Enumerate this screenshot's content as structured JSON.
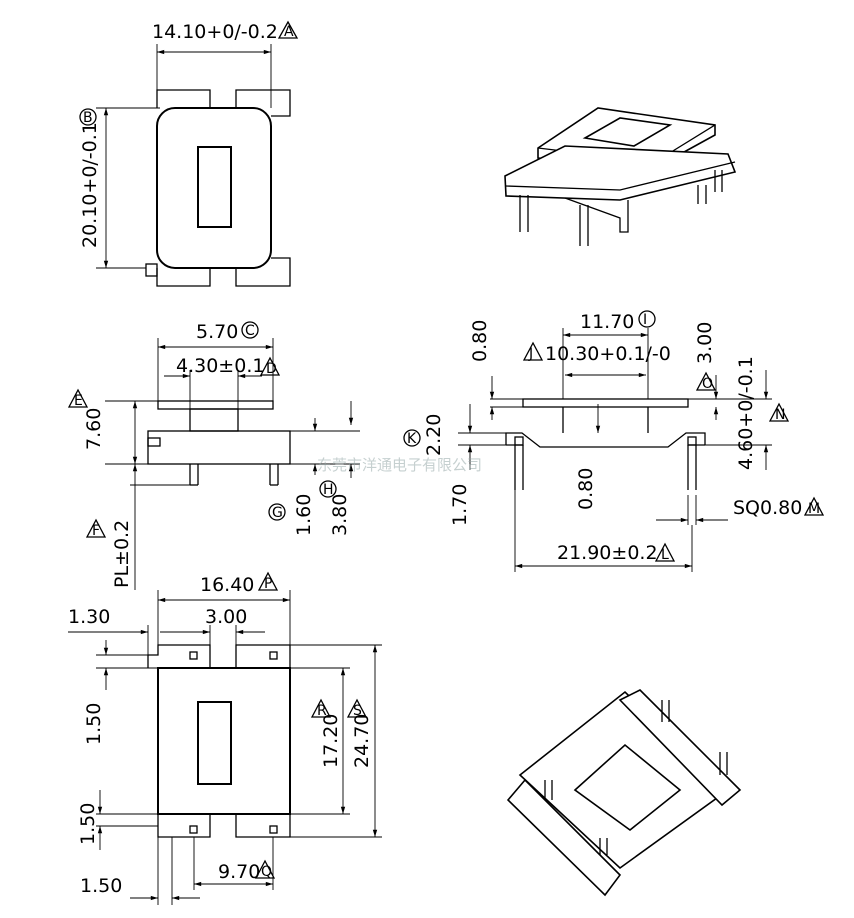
{
  "watermark": "东莞市洋通电子有限公司",
  "colors": {
    "line": "#000000",
    "background": "#ffffff",
    "watermark": "#99aaaa"
  },
  "top_view": {
    "width_dim": "14.10+0/-0.2",
    "width_mark": "A",
    "height_dim": "20.10+0/-0.1",
    "height_mark": "B"
  },
  "front_view": {
    "outer_width": "5.70",
    "outer_mark": "C",
    "inner_width": "4.30±0.1",
    "inner_mark": "D",
    "height": "7.60",
    "height_mark": "E",
    "pin_length": "PL±0.2",
    "pin_mark": "F",
    "base_height": "1.60",
    "base_mark": "G",
    "total_height": "3.80",
    "total_mark": "H"
  },
  "side_view": {
    "flange_thickness": "0.80",
    "window_width": "11.70",
    "window_mark": "I",
    "inner_window": "10.30+0.1/-0",
    "inner_window_mark": "J",
    "top_height": "3.00",
    "top_mark": "O",
    "right_height": "4.60+0/-0.1",
    "right_mark": "N",
    "left_height": "2.20",
    "left_mark": "K",
    "base_height": "1.70",
    "slot_depth": "0.80",
    "pin_square": "SQ0.80",
    "pin_square_mark": "M",
    "total_width": "21.90±0.2",
    "total_width_mark": "L"
  },
  "bottom_view": {
    "width": "16.40",
    "width_mark": "P",
    "slot_width": "3.00",
    "left_offset": "1.30",
    "flange_depth_top": "1.50",
    "flange_depth_bottom": "1.50",
    "bottom_offset": "1.50",
    "inner_length": "17.20",
    "inner_mark": "R",
    "outer_length": "24.70",
    "outer_mark": "S",
    "pin_pitch": "9.70",
    "pin_pitch_mark": "Q"
  }
}
